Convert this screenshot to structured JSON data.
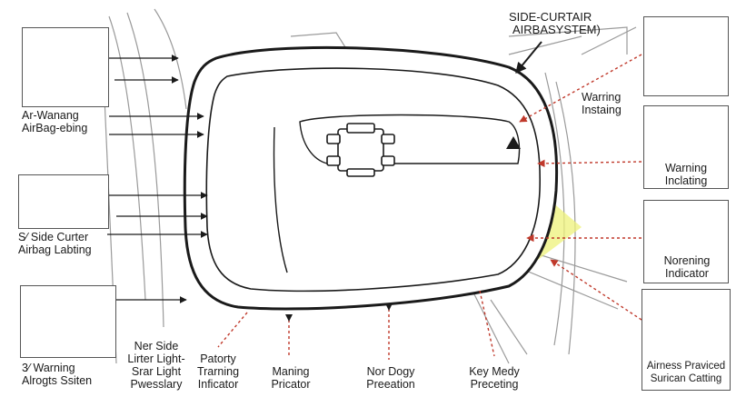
{
  "title": {
    "line1": "SIDE-CURTAIR",
    "line2": "AIRBASYSTEM)"
  },
  "left_labels": [
    {
      "id": "airbag-warning",
      "lines": [
        "Ar-Wanang",
        "AirBag-ebing"
      ]
    },
    {
      "id": "side-curtain",
      "lines": [
        "S⁄ Side Curter",
        "Airbag Labting"
      ]
    },
    {
      "id": "warning-system",
      "lines": [
        "3⁄ Warning",
        "Alrogts Ssiten"
      ]
    }
  ],
  "right_labels": [
    {
      "id": "warning-instaing",
      "lines": [
        "Warring",
        "Instaing"
      ]
    },
    {
      "id": "warning-inclating",
      "lines": [
        "Warning",
        "Inclating"
      ]
    },
    {
      "id": "norening-indicator",
      "lines": [
        "Norening",
        "Indicator"
      ]
    },
    {
      "id": "airness-praviced",
      "lines": [
        "Airness Praviced",
        "Surican Catting"
      ]
    }
  ],
  "bottom_labels": [
    {
      "id": "side-lirter-light",
      "lines": [
        "Ner Side",
        "Lirter Light-",
        "Srar Light",
        "Pwesslary"
      ]
    },
    {
      "id": "patorty-training",
      "lines": [
        "Patorty",
        "Trarning",
        "Inficator"
      ]
    },
    {
      "id": "maning-pricator",
      "lines": [
        "Maning",
        "Pricator"
      ]
    },
    {
      "id": "ner-dogy",
      "lines": [
        "Nor Dogy",
        "Preeation"
      ]
    },
    {
      "id": "key-medy",
      "lines": [
        "Key Medy",
        "Preceting"
      ]
    }
  ],
  "colors": {
    "stroke": "#1a1a1a",
    "arrow_red": "#c0392b",
    "deploy_yellow": "#eef27a",
    "panel_border": "#555555"
  },
  "icons": {
    "left_top": "airbag-module-icon",
    "left_middle": "sensor-connector-icon",
    "left_bottom": "warning-lights-icon",
    "right_1": "lamp-sensor-icon",
    "right_2": "lock-icon",
    "right_3": "connector-plug-icon",
    "right_4": "hand-module-icon"
  }
}
